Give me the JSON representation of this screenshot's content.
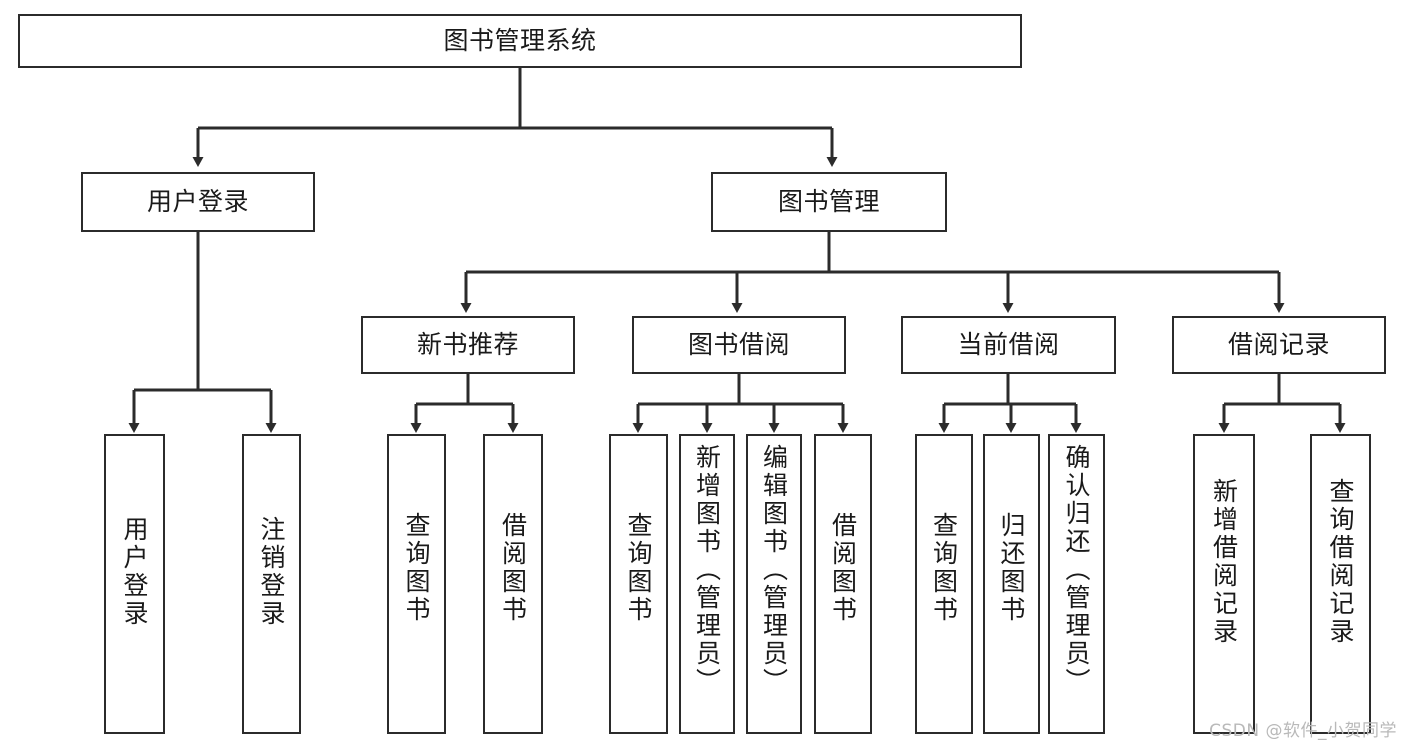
{
  "diagram": {
    "type": "tree",
    "title": "图书管理系统",
    "root": {
      "label": "图书管理系统"
    },
    "level2": [
      {
        "id": "user-login",
        "label": "用户登录"
      },
      {
        "id": "book-manage",
        "label": "图书管理"
      }
    ],
    "level3": [
      {
        "id": "new-book-recommend",
        "label": "新书推荐"
      },
      {
        "id": "book-borrow",
        "label": "图书借阅"
      },
      {
        "id": "current-borrow",
        "label": "当前借阅"
      },
      {
        "id": "borrow-record",
        "label": "借阅记录"
      }
    ],
    "leaves": {
      "user_login": [
        {
          "id": "leaf-user-login",
          "label": "用户登录"
        },
        {
          "id": "leaf-logout-login",
          "label": "注销登录"
        }
      ],
      "new_book_recommend": [
        {
          "id": "leaf-query-book-1",
          "label": "查询图书"
        },
        {
          "id": "leaf-borrow-book-1",
          "label": "借阅图书"
        }
      ],
      "book_borrow": [
        {
          "id": "leaf-query-book-2",
          "label": "查询图书"
        },
        {
          "id": "leaf-add-book",
          "label": "新增图书（管理员）"
        },
        {
          "id": "leaf-edit-book",
          "label": "编辑图书（管理员）"
        },
        {
          "id": "leaf-borrow-book-2",
          "label": "借阅图书"
        }
      ],
      "current_borrow": [
        {
          "id": "leaf-query-book-3",
          "label": "查询图书"
        },
        {
          "id": "leaf-return-book",
          "label": "归还图书"
        },
        {
          "id": "leaf-confirm-return",
          "label": "确认归还（管理员）"
        }
      ],
      "borrow_record": [
        {
          "id": "leaf-add-record",
          "label": "新增借阅记录"
        },
        {
          "id": "leaf-query-record",
          "label": "查询借阅记录"
        }
      ]
    }
  },
  "watermark": {
    "text": "CSDN @软件_小贺同学"
  },
  "colors": {
    "stroke": "#2b2b2b",
    "background": "#ffffff",
    "text": "#1a1a1a",
    "watermark": "#b9b9b9"
  }
}
